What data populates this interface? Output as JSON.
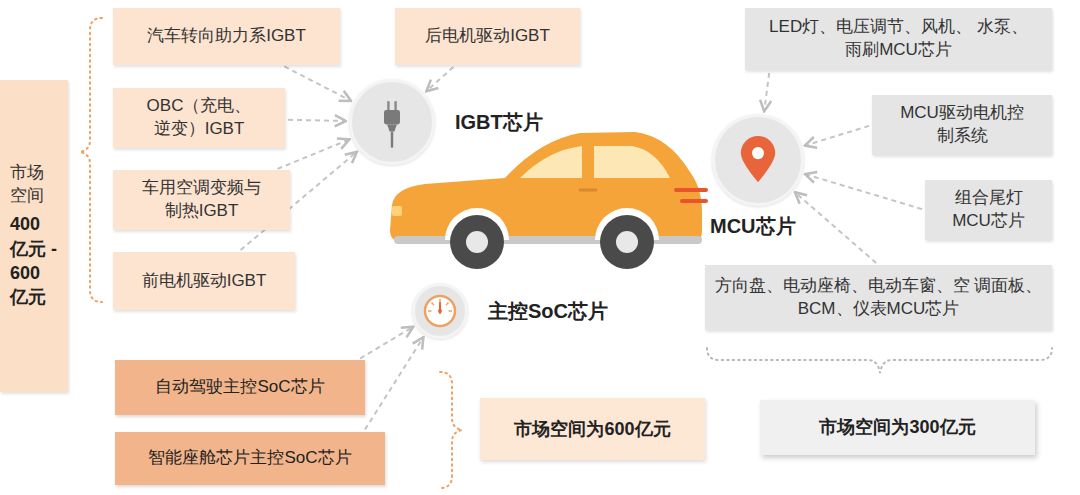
{
  "diagram": {
    "nodes": [
      {
        "text": [
          "汽车转向助力系IGBT"
        ]
      },
      {
        "text": [
          "后电机驱动IGBT"
        ]
      },
      {
        "text": [
          "LED灯、电压调节、风机、 水泵、雨刷MCU芯片"
        ]
      },
      {
        "text": [
          "市场 空间",
          "400 亿元 - 600 亿元"
        ]
      },
      {
        "text": [
          "OBC（充电、 逆变）IGBT"
        ]
      },
      {
        "text": [
          "IGBT芯片"
        ]
      },
      {
        "text": [
          "MCU驱动电机控 制系统"
        ]
      },
      {
        "text": [
          "MCU芯片"
        ]
      },
      {
        "text": [
          "车用空调变频与 制热IGBT"
        ]
      },
      {
        "text": [
          "组合尾灯 MCU芯片"
        ]
      },
      {
        "text": [
          "前电机驱动IGBT"
        ]
      },
      {
        "text": [
          "方向盘、电动座椅、电动车窗、空 调面板、BCM、仪表MCU芯片"
        ]
      },
      {
        "text": [
          "主控SoC芯片"
        ]
      },
      {
        "text": [
          "自动驾驶主控SoC芯片"
        ]
      },
      {
        "text": [
          "市场空间为600亿元"
        ]
      },
      {
        "text": [
          "市场空间为300亿元"
        ]
      },
      {
        "text": [
          "智能座舱芯片主控SoC芯片"
        ]
      }
    ],
    "edges": [
      {
        "from": 0,
        "to": 5,
        "arrow": "to"
      },
      {
        "from": 1,
        "to": 5,
        "arrow": "to"
      },
      {
        "from": 4,
        "to": 5,
        "arrow": "to"
      },
      {
        "from": 8,
        "to": 5,
        "arrow": "to"
      },
      {
        "from": 10,
        "to": 5,
        "arrow": "to"
      },
      {
        "from": 2,
        "to": 7,
        "arrow": "to"
      },
      {
        "from": 6,
        "to": 7,
        "arrow": "to"
      },
      {
        "from": 9,
        "to": 7,
        "arrow": "to"
      },
      {
        "from": 11,
        "to": 7,
        "arrow": "to"
      },
      {
        "from": 13,
        "to": 12,
        "arrow": "to"
      },
      {
        "from": 16,
        "to": 12,
        "arrow": "to"
      }
    ]
  }
}
